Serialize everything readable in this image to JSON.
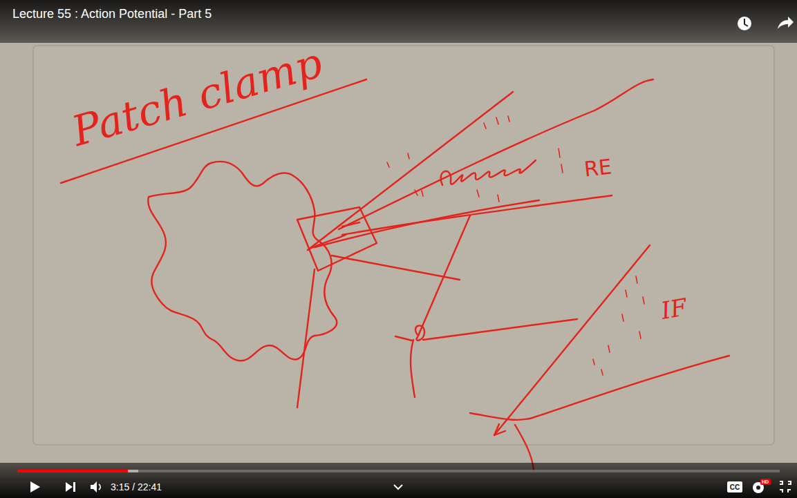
{
  "diagram": {
    "title": "Lecture 55 : Action Potential - Part 5",
    "labels": [
      "Patch clamp",
      "RE",
      "IF",
      "3:15 / 22:41",
      "CC",
      "HD"
    ]
  }
}
